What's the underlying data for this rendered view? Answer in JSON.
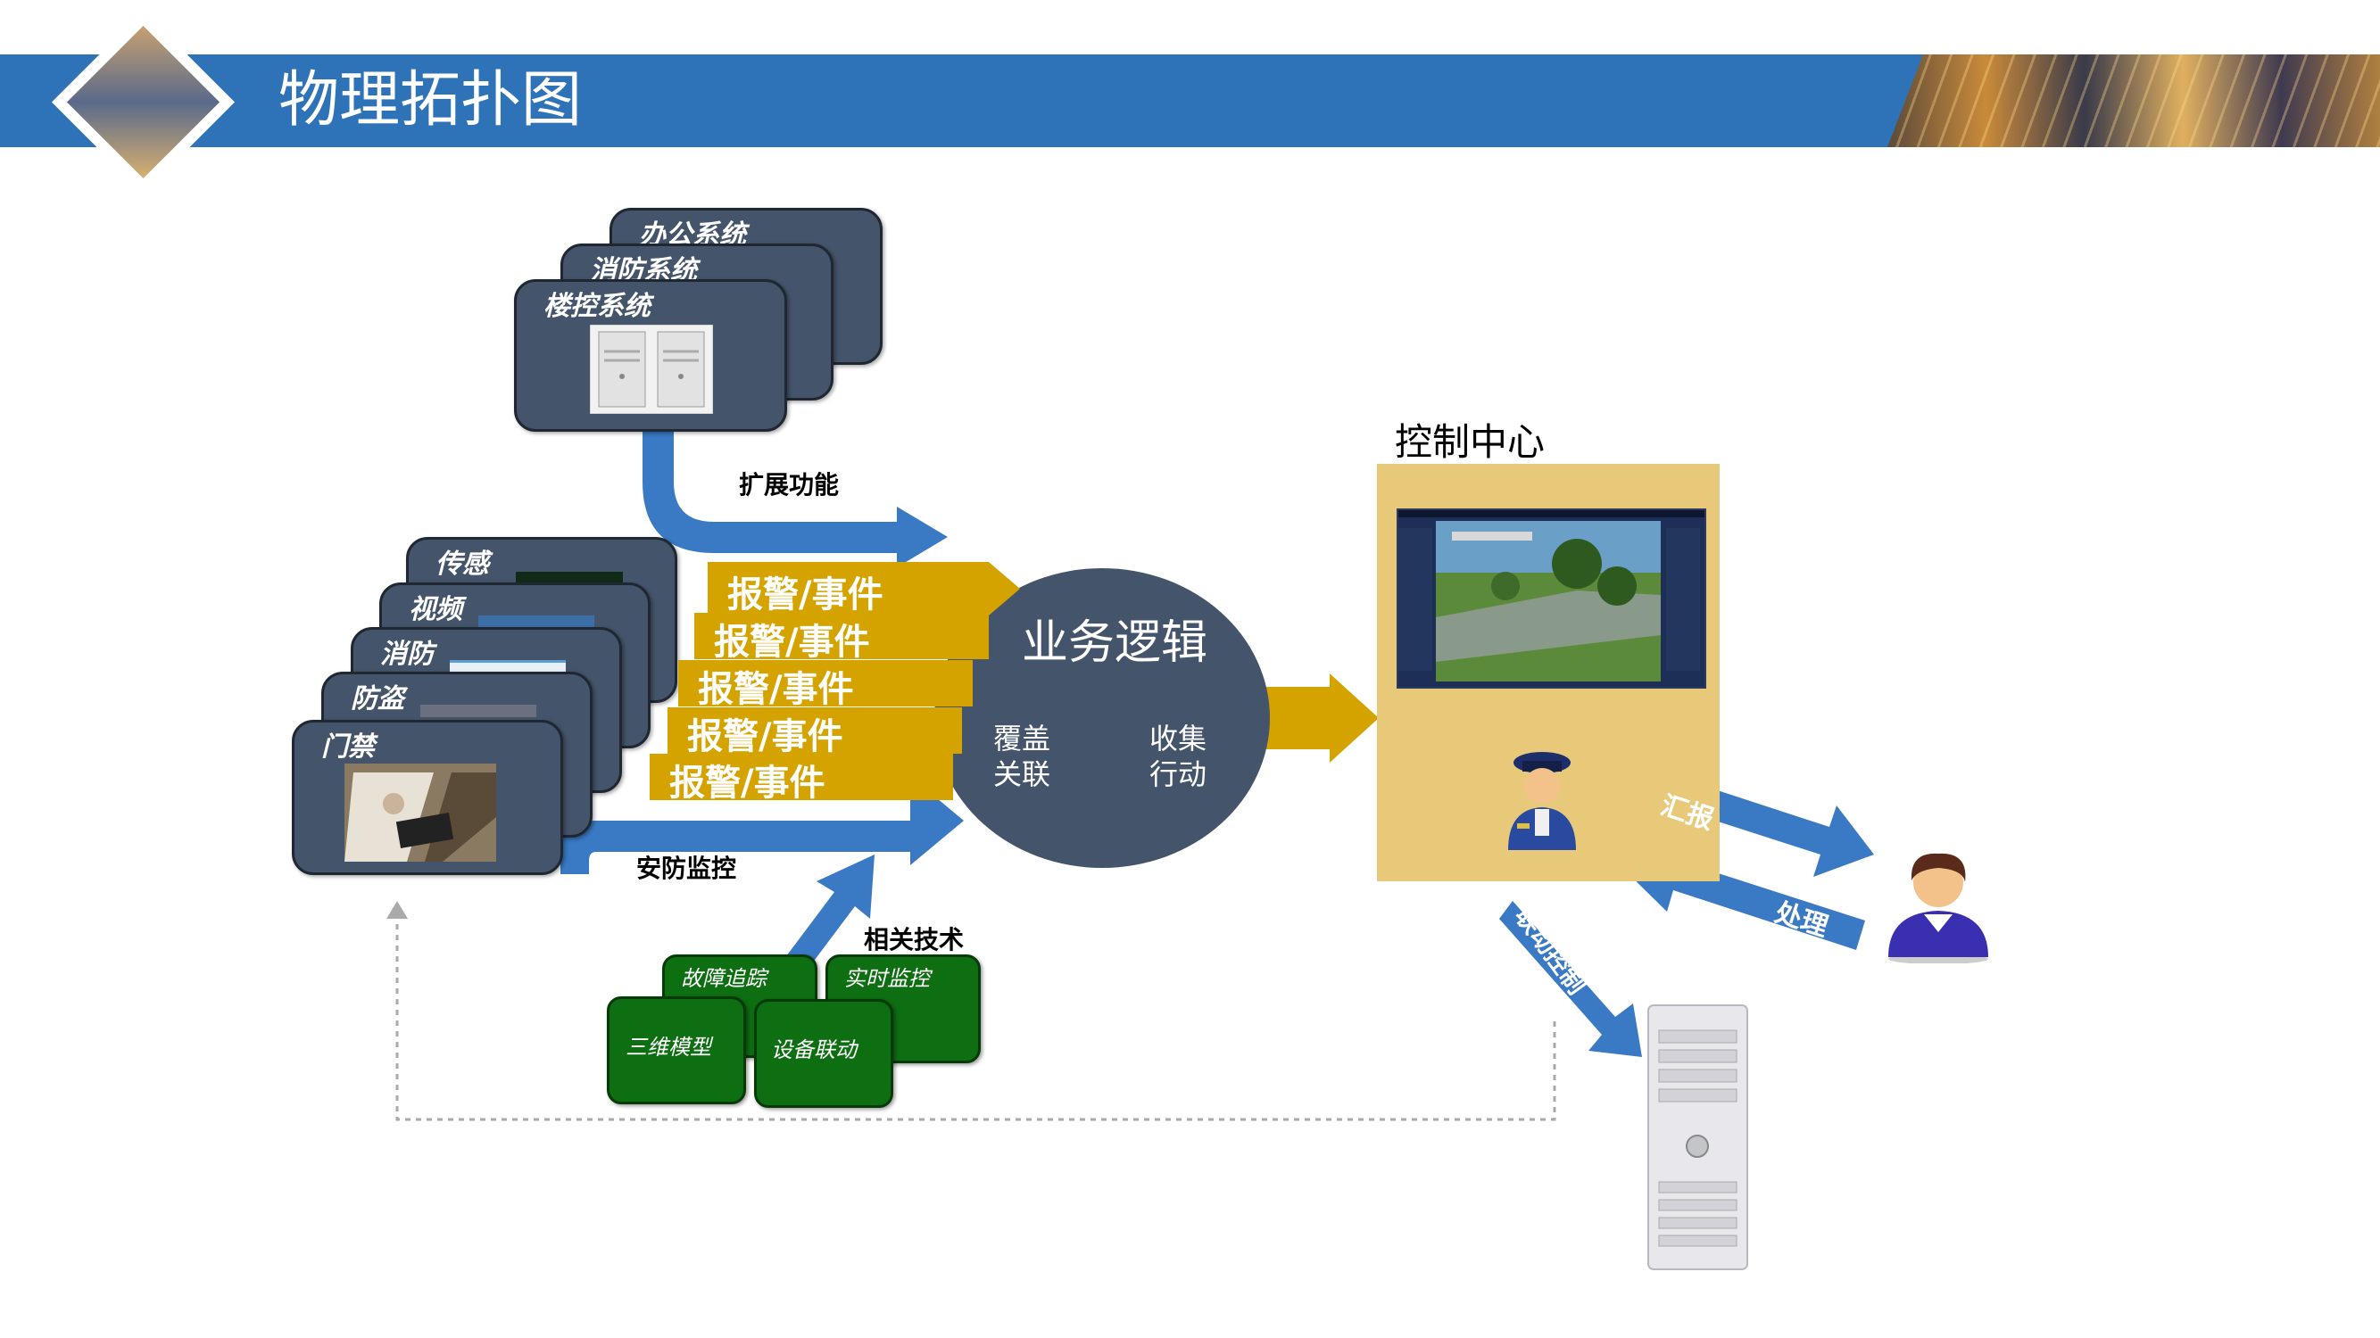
{
  "page": {
    "title": "物理拓扑图"
  },
  "top_systems": [
    "办公系统",
    "消防系统",
    "楼控系统"
  ],
  "extend_label": "扩展功能",
  "subsystems": [
    "传感",
    "视频",
    "消防",
    "防盗",
    "门禁"
  ],
  "events": [
    "报警/事件",
    "报警/事件",
    "报警/事件",
    "报警/事件",
    "报警/事件"
  ],
  "security_label": "安防监控",
  "tech_label": "相关技术",
  "tech_items": [
    "故障追踪",
    "实时监控",
    "三维模型",
    "设备联动"
  ],
  "business": {
    "title": "业务逻辑",
    "left": [
      "覆盖",
      "关联"
    ],
    "right": [
      "收集",
      "行动"
    ]
  },
  "control_center": {
    "title": "控制中心"
  },
  "flows": {
    "report": "汇报",
    "handle": "处理",
    "linkage": "联动控制"
  },
  "colors": {
    "banner": "#2e73b8",
    "card": "#44546a",
    "gold": "#d4a300",
    "arrow_blue": "#3a79c4",
    "green": "#0e6e12",
    "control_bg": "#e8c97a"
  }
}
